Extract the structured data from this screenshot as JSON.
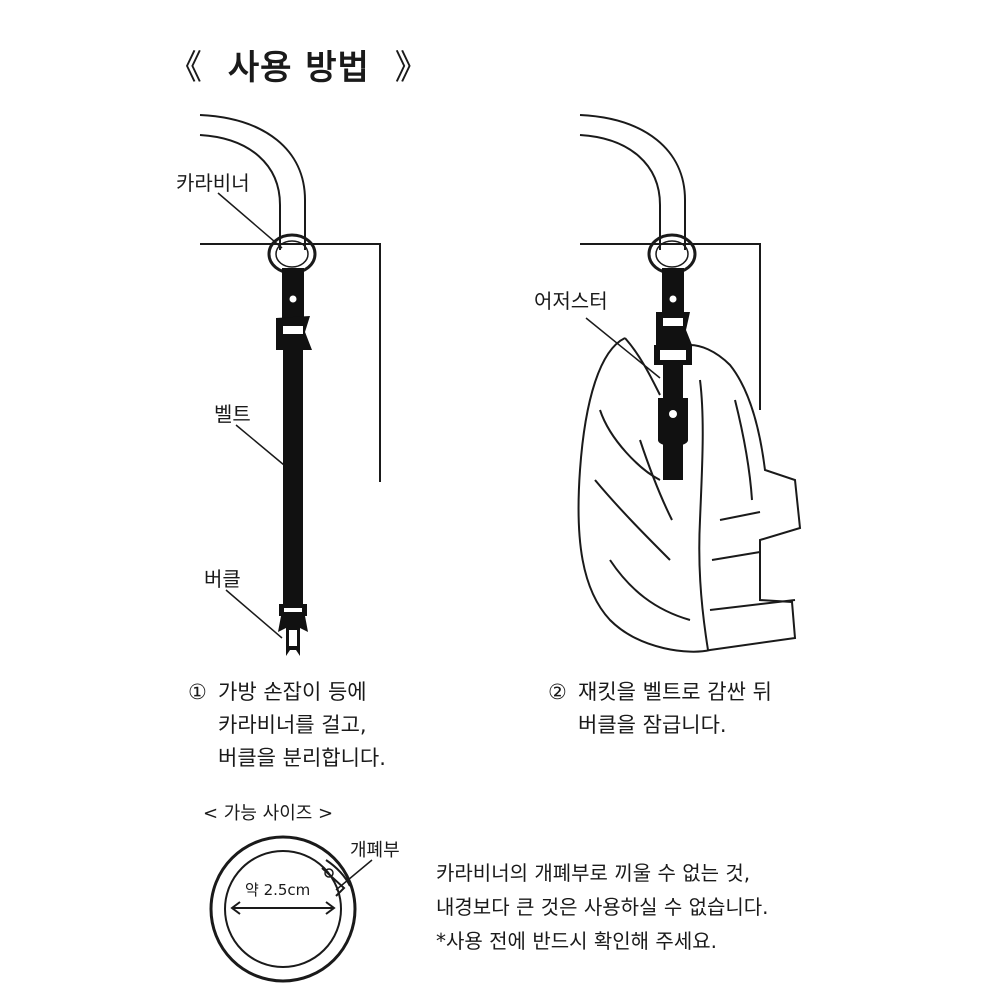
{
  "title": {
    "open": "《",
    "text": "사용 방법",
    "close": "》"
  },
  "labels": {
    "carabiner": "카라비너",
    "belt": "벨트",
    "buckle": "버클",
    "adjuster": "어저스터",
    "opening": "개폐부"
  },
  "step1": {
    "number": "①",
    "lines": [
      "가방 손잡이 등에",
      "카라비너를 걸고,",
      "버클을 분리합니다."
    ]
  },
  "step2": {
    "number": "②",
    "lines": [
      "재킷을 벨트로 감싼 뒤",
      "버클을 잠급니다."
    ]
  },
  "size": {
    "heading": "< 가능 사이즈 >",
    "diameter": "약 2.5cm"
  },
  "note": {
    "lines": [
      "카라비너의 개폐부로 끼울 수 없는 것,",
      "내경보다 큰 것은 사용하실 수 없습니다.",
      "*사용 전에 반드시 확인해 주세요."
    ]
  },
  "colors": {
    "stroke": "#1a1a1a",
    "strap": "#111111",
    "background": "#ffffff"
  }
}
